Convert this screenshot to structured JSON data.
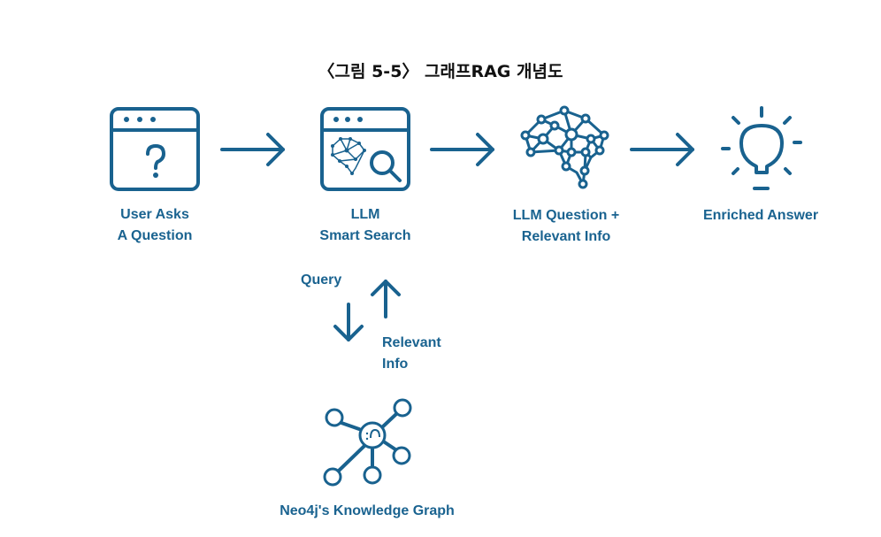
{
  "title": "〈그림 5-5〉 그래프RAG 개념도",
  "colors": {
    "primary": "#19628f",
    "title": "#111111"
  },
  "steps": [
    {
      "id": "user",
      "icon": "browser-question-icon",
      "lines": [
        "User Asks",
        "A Question"
      ]
    },
    {
      "id": "llm-search",
      "icon": "browser-brain-search-icon",
      "lines": [
        "LLM",
        "Smart Search"
      ]
    },
    {
      "id": "llm-question",
      "icon": "brain-network-icon",
      "lines": [
        "LLM Question +",
        "Relevant Info"
      ]
    },
    {
      "id": "answer",
      "icon": "lightbulb-icon",
      "lines": [
        "Enriched Answer"
      ]
    }
  ],
  "query_label": "Query",
  "relevant_label": [
    "Relevant",
    "Info"
  ],
  "graph": {
    "icon": "knowledge-graph-icon",
    "label": "Neo4j's Knowledge Graph"
  }
}
